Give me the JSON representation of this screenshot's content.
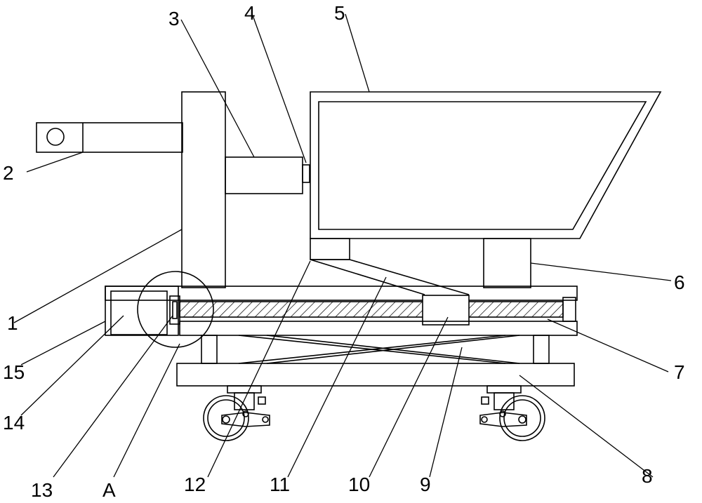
{
  "labels": {
    "l1": "1",
    "l2": "2",
    "l3": "3",
    "l4": "4",
    "l5": "5",
    "l6": "6",
    "l7": "7",
    "l8": "8",
    "l9": "9",
    "l10": "10",
    "l11": "11",
    "l12": "12",
    "l13": "13",
    "l14": "14",
    "l15": "15",
    "lA": "A"
  },
  "colors": {
    "line": "#000000",
    "background": "#ffffff"
  }
}
